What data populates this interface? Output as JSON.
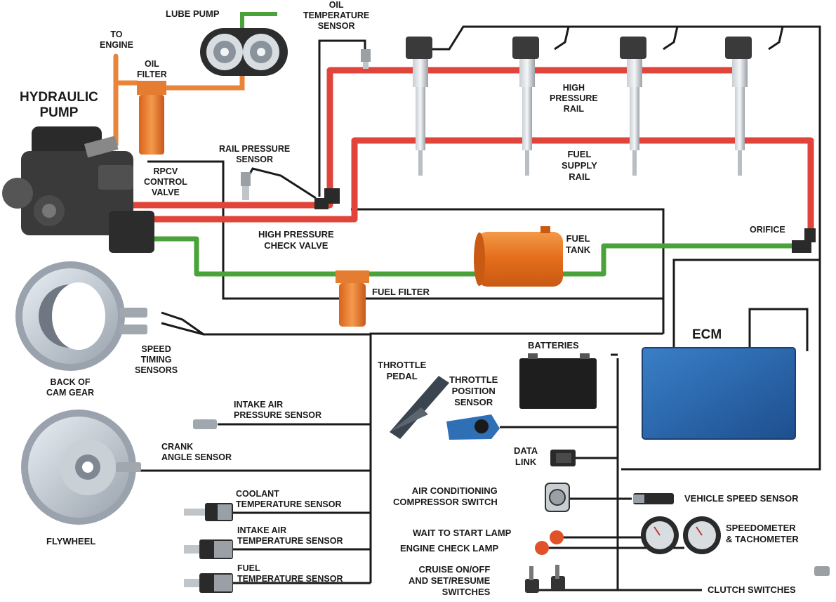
{
  "colors": {
    "oil": "#e8853a",
    "high_pressure": "#e0443a",
    "fuel_supply_low": "#4aa33a",
    "wire": "#1a1a1a",
    "ecm": "#2a62a8",
    "tank": "#e6731f"
  },
  "labels": {
    "lube_pump": "LUBE PUMP",
    "to_engine": [
      "TO",
      "ENGINE"
    ],
    "oil_filter": [
      "OIL",
      "FILTER"
    ],
    "oil_temp_sensor": [
      "OIL",
      "TEMPERATURE",
      "SENSOR"
    ],
    "hydraulic_pump": [
      "HYDRAULIC",
      "PUMP"
    ],
    "rail_pressure_sensor": [
      "RAIL PRESSURE",
      "SENSOR"
    ],
    "rpcv_valve": [
      "RPCV",
      "CONTROL",
      "VALVE"
    ],
    "high_pressure_rail": [
      "HIGH",
      "PRESSURE",
      "RAIL"
    ],
    "fuel_supply_rail": [
      "FUEL",
      "SUPPLY",
      "RAIL"
    ],
    "high_pressure_check_valve": [
      "HIGH PRESSURE",
      "CHECK VALVE"
    ],
    "fuel_tank": [
      "FUEL",
      "TANK"
    ],
    "orifice": "ORIFICE",
    "fuel_filter": "FUEL FILTER",
    "speed_timing_sensors": [
      "SPEED",
      "TIMING",
      "SENSORS"
    ],
    "back_of_cam_gear": [
      "BACK OF",
      "CAM GEAR"
    ],
    "ecm": "ECM",
    "batteries": "BATTERIES",
    "throttle_pedal": [
      "THROTTLE",
      "PEDAL"
    ],
    "throttle_position_sensor": [
      "THROTTLE",
      "POSITION",
      "SENSOR"
    ],
    "intake_air_pressure_sensor": [
      "INTAKE AIR",
      "PRESSURE SENSOR"
    ],
    "crank_angle_sensor": [
      "CRANK",
      "ANGLE SENSOR"
    ],
    "data_link": [
      "DATA",
      "LINK"
    ],
    "ac_compressor_switch": [
      "AIR CONDITIONING",
      "COMPRESSOR SWITCH"
    ],
    "vehicle_speed_sensor": "VEHICLE SPEED SENSOR",
    "coolant_temp_sensor": [
      "COOLANT",
      "TEMPERATURE SENSOR"
    ],
    "flywheel": "FLYWHEEL",
    "wait_to_start_lamp": "WAIT TO START LAMP",
    "engine_check_lamp": "ENGINE CHECK LAMP",
    "speedometer_tachometer": [
      "SPEEDOMETER",
      "& TACHOMETER"
    ],
    "intake_air_temp_sensor": [
      "INTAKE AIR",
      "TEMPERATURE SENSOR"
    ],
    "fuel_temp_sensor": [
      "FUEL",
      "TEMPERATURE SENSOR"
    ],
    "cruise_switches": [
      "CRUISE ON/OFF",
      "AND SET/RESUME",
      "SWITCHES"
    ],
    "clutch_switches": "CLUTCH SWITCHES"
  },
  "icons": [
    "gear-icon",
    "injector-icon",
    "gauge-icon",
    "lamp-icon",
    "battery-icon",
    "sensor-icon",
    "switch-icon"
  ]
}
